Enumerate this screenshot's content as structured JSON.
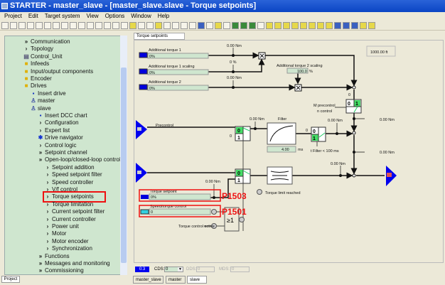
{
  "window": {
    "title": "STARTER - master_slave - [master_slave.slave - Torque setpoints]"
  },
  "menu": [
    "Project",
    "Edit",
    "Target system",
    "View",
    "Options",
    "Window",
    "Help"
  ],
  "tree": [
    {
      "label": "Communication",
      "icon": "double-chevron-icon",
      "level": 0
    },
    {
      "label": "Topology",
      "icon": "chevron-icon",
      "level": 0
    },
    {
      "label": "Control_Unit",
      "icon": "control-unit-icon",
      "level": 0
    },
    {
      "label": "Infeeds",
      "icon": "folder-icon",
      "level": 0
    },
    {
      "label": "Input/output components",
      "icon": "folder-icon",
      "level": 0
    },
    {
      "label": "Encoder",
      "icon": "folder-icon",
      "level": 0
    },
    {
      "label": "Drives",
      "icon": "folder-icon",
      "level": 0
    },
    {
      "label": "Insert drive",
      "icon": "insert-icon",
      "level": 1
    },
    {
      "label": "master",
      "icon": "drive-icon",
      "level": 1
    },
    {
      "label": "slave",
      "icon": "drive-icon",
      "level": 1
    },
    {
      "label": "Insert DCC chart",
      "icon": "insert-icon",
      "level": 2
    },
    {
      "label": "Configuration",
      "icon": "chevron-icon",
      "level": 2
    },
    {
      "label": "Expert list",
      "icon": "chevron-icon",
      "level": 2
    },
    {
      "label": "Drive navigator",
      "icon": "navigator-icon",
      "level": 2
    },
    {
      "label": "Control logic",
      "icon": "chevron-icon",
      "level": 2
    },
    {
      "label": "Setpoint channel",
      "icon": "double-chevron-icon",
      "level": 2
    },
    {
      "label": "Open-loop/closed-loop control",
      "icon": "double-chevron-icon",
      "level": 2
    },
    {
      "label": "Setpoint addition",
      "icon": "chevron-icon",
      "level": 3
    },
    {
      "label": "Speed setpoint filter",
      "icon": "chevron-icon",
      "level": 3
    },
    {
      "label": "Speed controller",
      "icon": "chevron-icon",
      "level": 3
    },
    {
      "label": "V/f control",
      "icon": "chevron-icon",
      "level": 3
    },
    {
      "label": "Torque setpoints",
      "icon": "chevron-icon",
      "level": 3,
      "highlighted": true
    },
    {
      "label": "Torque limitation",
      "icon": "chevron-icon",
      "level": 3
    },
    {
      "label": "Current setpoint filter",
      "icon": "chevron-icon",
      "level": 3
    },
    {
      "label": "Current controller",
      "icon": "chevron-icon",
      "level": 3
    },
    {
      "label": "Power unit",
      "icon": "chevron-icon",
      "level": 3
    },
    {
      "label": "Motor",
      "icon": "chevron-icon",
      "level": 3
    },
    {
      "label": "Motor encoder",
      "icon": "chevron-icon",
      "level": 3
    },
    {
      "label": "Synchronization",
      "icon": "chevron-icon",
      "level": 3
    },
    {
      "label": "Functions",
      "icon": "double-chevron-icon",
      "level": 2
    },
    {
      "label": "Messages and monitoring",
      "icon": "double-chevron-icon",
      "level": 2
    },
    {
      "label": "Commissioning",
      "icon": "double-chevron-icon",
      "level": 2
    }
  ],
  "project_tab": "Project",
  "panel_tab": "Torque setpoints",
  "diagram": {
    "add_torque1": {
      "label": "Additional torque 1",
      "value": "0%",
      "readout": "0.00 Nm"
    },
    "add_torque1_scaling": {
      "label": "Additional torque 1 scaling",
      "value": "0%",
      "readout": "0 %"
    },
    "add_torque2": {
      "label": "Additional torque 2",
      "value": "0%",
      "readout": "0.00 Nm"
    },
    "add_torque2_scaling": {
      "label": "Additional torque 2 scaling",
      "value": "100.0",
      "unit": "%"
    },
    "ref_value": "1000.00 ft",
    "m_precontrol": "M precontrol",
    "n_control": "n control",
    "precontrol": "Precontrol",
    "filter": {
      "label": "Filter",
      "value": "4.00",
      "unit": "ms",
      "readout": "0.00 Nm",
      "cond": "t Filter < 100 ms"
    },
    "readouts": {
      "r1": "0.00 Nm",
      "r2": "0.00 Nm",
      "r3": "0.00 Nm",
      "r4": "0.00 Nm",
      "r5": "0.00 Nm"
    },
    "zero": "0",
    "one": "1",
    "torque_setpoint": {
      "label": "Torque setpoint",
      "value": "0%",
      "param": "P1503"
    },
    "speed_torque_control": {
      "label": "Speed/torque control",
      "value": "0",
      "param": "P1501"
    },
    "torque_limit_reached": "Torque limit reached",
    "torque_control_active": "Torque control active",
    "or_gate": "≥1"
  },
  "status": {
    "drive": "0:3",
    "cds_label": "CDS:",
    "cds_value": "0",
    "dds_label": "DDS:",
    "dds_value": "0",
    "mds_label": "MDS:",
    "mds_value": "0"
  },
  "bottom_tabs": [
    "master_slave",
    "master",
    "slave"
  ],
  "colors": {
    "accent": "#0000ff",
    "highlight": "#ff0000",
    "field": "#cfe6cf",
    "switch_on": "#44dd66"
  }
}
